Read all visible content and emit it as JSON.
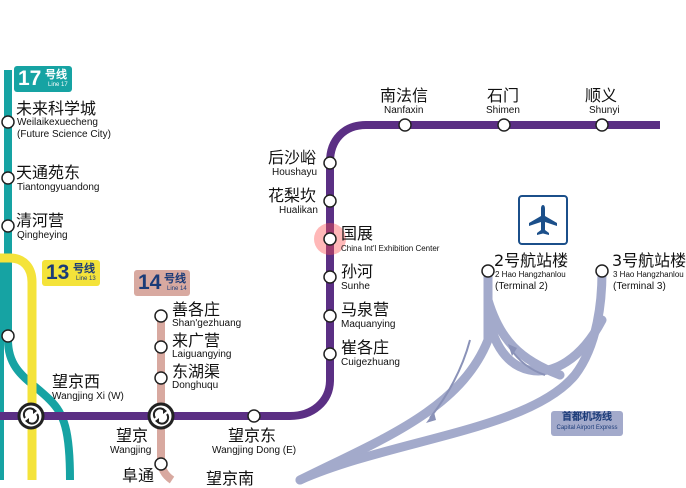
{
  "colors": {
    "line17": "#16a3a3",
    "line13": "#f4e33a",
    "line14": "#d8a9a0",
    "line15": "#5b2f84",
    "express": "#a3aacb",
    "highlight": "#ff4d4d"
  },
  "badges": {
    "line17": {
      "num": "17",
      "hao": "号线",
      "en": "Line 17"
    },
    "line13": {
      "num": "13",
      "hao": "号线",
      "en": "Line 13"
    },
    "line14": {
      "num": "14",
      "hao": "号线",
      "en": "Line 14"
    }
  },
  "stations": {
    "weilaikexuecheng": {
      "cn": "未来科学城",
      "en": "Weilaikexuecheng",
      "en2": "(Future Science City)"
    },
    "tiantongyuandong": {
      "cn": "天通苑东",
      "en": "Tiantongyuandong"
    },
    "qinghe": {
      "cn": "清河营",
      "en": "Qingheying"
    },
    "wangjingxi": {
      "cn": "望京西",
      "en": "Wangjing Xi (W)"
    },
    "wangjing": {
      "cn": "望京",
      "en": "Wangjing"
    },
    "futong": {
      "cn": "阜通"
    },
    "wangjingnan": {
      "cn": "望京南"
    },
    "wangjingdong": {
      "cn": "望京东",
      "en": "Wangjing Dong (E)"
    },
    "shangezhuang": {
      "cn": "善各庄",
      "en": "Shan'gezhuang"
    },
    "laiguangying": {
      "cn": "来广营",
      "en": "Laiguangying"
    },
    "donghuqu": {
      "cn": "东湖渠",
      "en": "Donghuqu"
    },
    "houshayu": {
      "cn": "后沙峪",
      "en": "Houshayu"
    },
    "hualikan": {
      "cn": "花梨坎",
      "en": "Hualikan"
    },
    "guozhan": {
      "cn": "国展",
      "en": "China Int'l Exhibition Center"
    },
    "sunhe": {
      "cn": "孙河",
      "en": "Sunhe"
    },
    "maquanying": {
      "cn": "马泉营",
      "en": "Maquanying"
    },
    "cuigezhuang": {
      "cn": "崔各庄",
      "en": "Cuigezhuang"
    },
    "nanfaxin": {
      "cn": "南法信",
      "en": "Nanfaxin"
    },
    "shimen": {
      "cn": "石门",
      "en": "Shimen"
    },
    "shunyi": {
      "cn": "顺义",
      "en": "Shunyi"
    },
    "t2": {
      "cn": "2号航站楼",
      "en": "2 Hao Hangzhanlou",
      "en2": "(Terminal 2)"
    },
    "t3": {
      "cn": "3号航站楼",
      "en": "3 Hao Hangzhanlou",
      "en2": "(Terminal 3)"
    }
  },
  "airport_express": {
    "cn": "首都机场线",
    "en": "Capital Airport Express"
  },
  "icons": {
    "airport": "airplane-icon",
    "transfer": "transfer-icon"
  }
}
